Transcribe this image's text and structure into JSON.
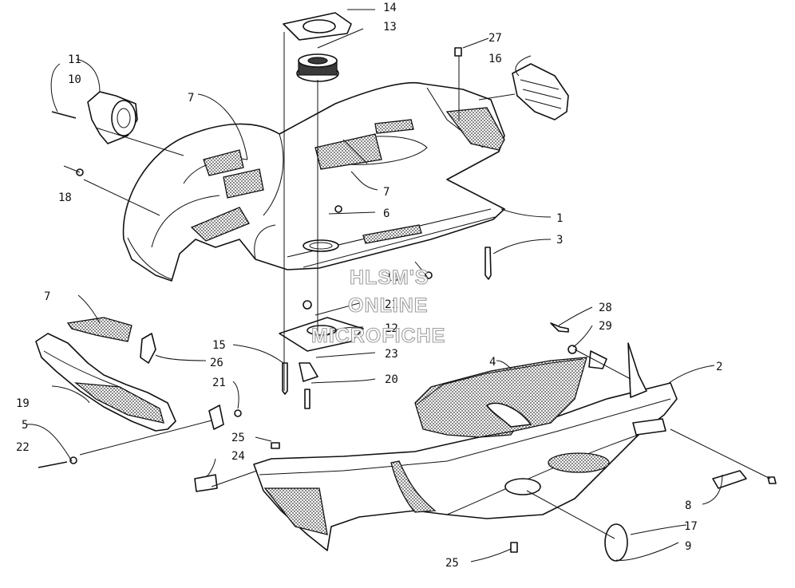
{
  "diagram": {
    "callouts": [
      "1",
      "2",
      "3",
      "4",
      "5",
      "6",
      "7",
      "7",
      "7",
      "8",
      "9",
      "10",
      "11",
      "12",
      "13",
      "14",
      "15",
      "16",
      "16",
      "17",
      "18",
      "19",
      "20",
      "21",
      "21",
      "22",
      "23",
      "24",
      "25",
      "25",
      "26",
      "27",
      "28",
      "29"
    ]
  },
  "watermark": {
    "lines": [
      "HLSM'S",
      "ONLINE",
      "MICROFICHE"
    ]
  },
  "colors": {
    "ink": "#111111",
    "background": "#ffffff",
    "watermark_stroke": "#9a9a9a"
  }
}
